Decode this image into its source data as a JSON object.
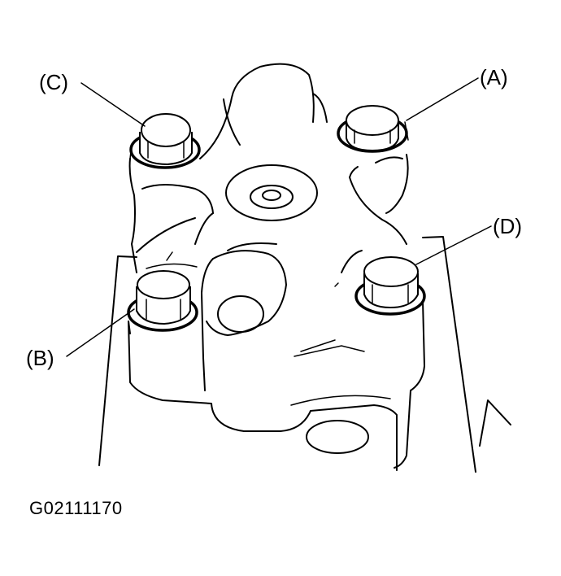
{
  "labels": {
    "a": "(A)",
    "b": "(B)",
    "c": "(C)",
    "d": "(D)"
  },
  "figure_code": "G02111170",
  "colors": {
    "line": "#000000",
    "background": "#ffffff"
  }
}
